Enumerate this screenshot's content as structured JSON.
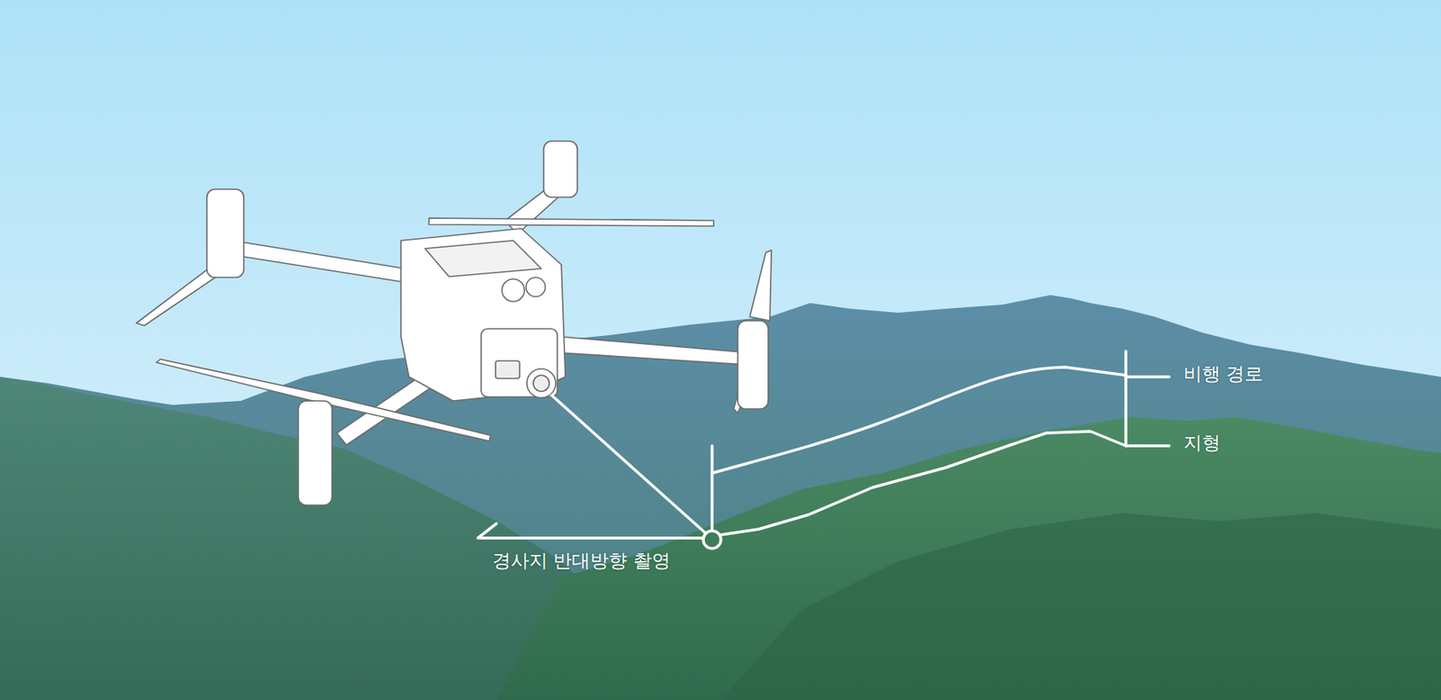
{
  "diagram": {
    "labels": [
      "비행 경로",
      "지형",
      "경사지 반대방향 촬영"
    ]
  }
}
